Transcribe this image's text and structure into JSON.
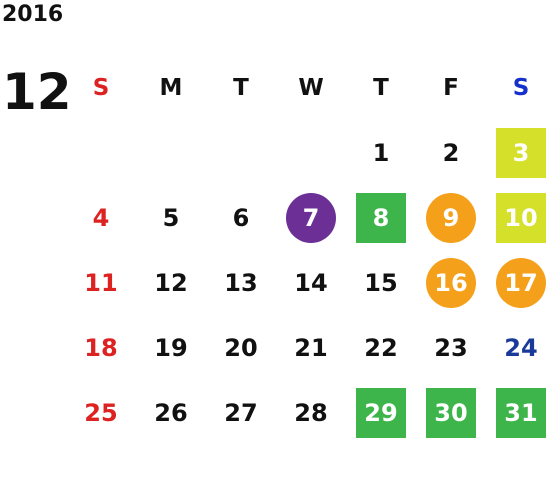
{
  "year": "2016",
  "month": "12",
  "weekdays": [
    "S",
    "M",
    "T",
    "W",
    "T",
    "F",
    "S"
  ],
  "weeks": [
    [
      "",
      "",
      "",
      "",
      "1",
      "2",
      "3"
    ],
    [
      "4",
      "5",
      "6",
      "7",
      "8",
      "9",
      "10"
    ],
    [
      "11",
      "12",
      "13",
      "14",
      "15",
      "16",
      "17"
    ],
    [
      "18",
      "19",
      "20",
      "21",
      "22",
      "23",
      "24"
    ],
    [
      "25",
      "26",
      "27",
      "28",
      "29",
      "30",
      "31"
    ]
  ],
  "highlights": {
    "3": {
      "shape": "square",
      "color": "#d4e02a"
    },
    "7": {
      "shape": "circle",
      "color": "#6b2f96"
    },
    "8": {
      "shape": "square",
      "color": "#3db54a"
    },
    "9": {
      "shape": "circle",
      "color": "#f5a01a"
    },
    "10": {
      "shape": "square",
      "color": "#d4e02a"
    },
    "16": {
      "shape": "circle",
      "color": "#f5a01a"
    },
    "17": {
      "shape": "circle",
      "color": "#f5a01a"
    },
    "29": {
      "shape": "square",
      "color": "#3db54a"
    },
    "30": {
      "shape": "square",
      "color": "#3db54a"
    },
    "31": {
      "shape": "square",
      "color": "#3db54a"
    }
  },
  "colors": {
    "sunday": "#dd2222",
    "saturday": "#1a3a99",
    "saturday_header": "#1530cc"
  }
}
